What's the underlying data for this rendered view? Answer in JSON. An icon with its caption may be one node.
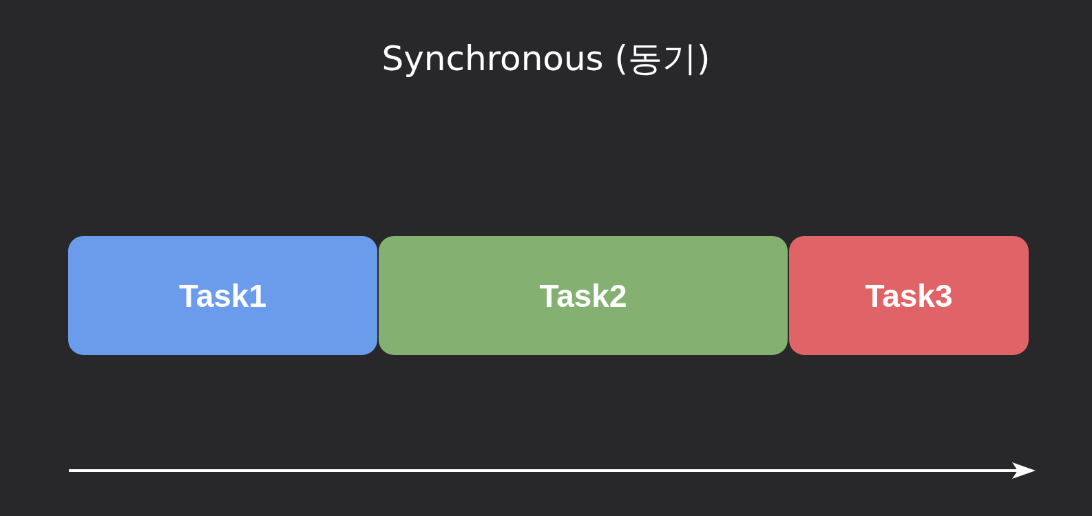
{
  "diagram": {
    "title": "Synchronous (동기)",
    "nodes": [
      {
        "text": [
          "Task1"
        ]
      },
      {
        "text": [
          "Task2"
        ]
      },
      {
        "text": [
          "Task3"
        ]
      }
    ]
  }
}
